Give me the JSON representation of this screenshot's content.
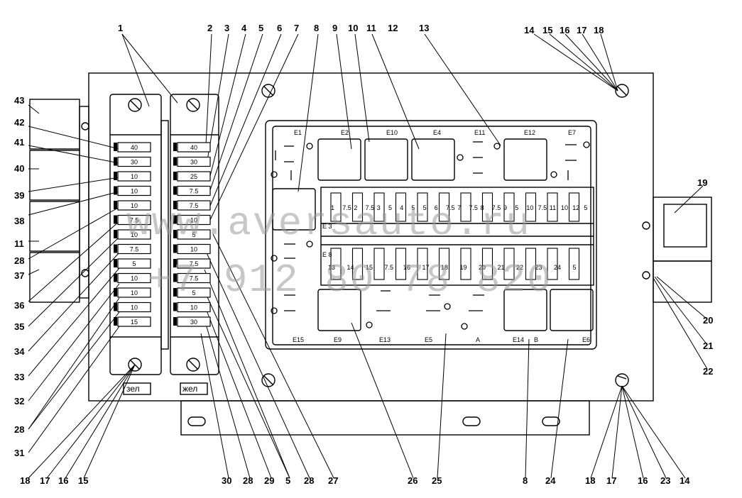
{
  "callouts_top": [
    "1",
    "2",
    "3",
    "4",
    "5",
    "6",
    "7",
    "8",
    "9",
    "10",
    "11",
    "12",
    "13"
  ],
  "callouts_top_right": [
    "14",
    "15",
    "16",
    "17",
    "18"
  ],
  "callouts_left": [
    "43",
    "42",
    "41",
    "40",
    "39",
    "38",
    "11",
    "28",
    "37",
    "36",
    "35",
    "34",
    "33",
    "32",
    "28",
    "31"
  ],
  "callouts_bottom": [
    "18",
    "17",
    "16",
    "15",
    "30",
    "28",
    "29",
    "5",
    "28",
    "27",
    "26",
    "25",
    "8",
    "24",
    "18",
    "17",
    "16",
    "23",
    "14"
  ],
  "callouts_right": [
    "19",
    "20",
    "21",
    "22"
  ],
  "left_block_label": "зел",
  "right_block_label": "жел",
  "left_fuses": [
    "40",
    "30",
    "10",
    "10",
    "10",
    "7.5",
    "10",
    "7.5",
    "5",
    "10",
    "10",
    "10",
    "15"
  ],
  "right_fuses": [
    "40",
    "30",
    "25",
    "7.5",
    "7.5",
    "10",
    "5",
    "10",
    "7.5",
    "7.5",
    "5",
    "10",
    "30"
  ],
  "relays_top": [
    "E1",
    "E2",
    "E10",
    "E4",
    "E11",
    "E12",
    "E7"
  ],
  "relays_bottom": [
    "E15",
    "E9",
    "E13",
    "E5",
    "A",
    "E14",
    "B",
    "E6"
  ],
  "row1_fuses": [
    "1",
    "7.5",
    "2",
    "7.5",
    "3",
    "5",
    "4",
    "5",
    "5",
    "6",
    "7.5",
    "7",
    "7.5",
    "8",
    "7.5",
    "9",
    "5",
    "10",
    "7.5",
    "11",
    "10",
    "12",
    "5"
  ],
  "row2_fuses": [
    "13",
    "14",
    "15",
    "7.5",
    "16",
    "17",
    "18",
    "19",
    "20",
    "21",
    "22",
    "23",
    "24",
    "5"
  ],
  "row_labels": [
    "E 3",
    "E 8"
  ],
  "watermark_url": "www.aversauto.ru",
  "watermark_phone": "+7 912 80 78 820"
}
